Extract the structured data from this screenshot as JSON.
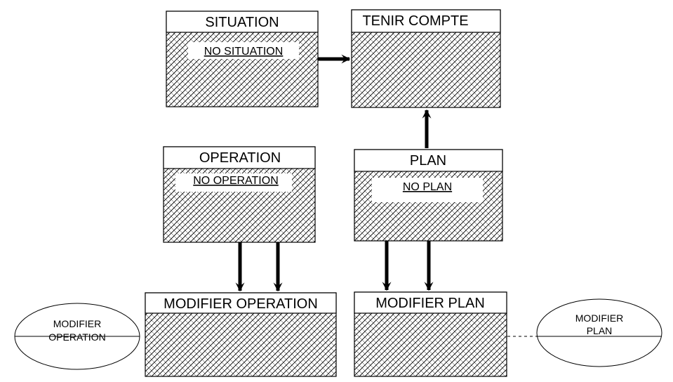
{
  "entities": {
    "situation": {
      "title": "SITUATION",
      "key": "NO SITUATION"
    },
    "tenir_compte": {
      "title": "TENIR COMPTE"
    },
    "operation": {
      "title": "OPERATION",
      "key": "NO OPERATION"
    },
    "plan": {
      "title": "PLAN",
      "key": "NO PLAN"
    },
    "modifier_operation": {
      "title": "MODIFIER OPERATION"
    },
    "modifier_plan": {
      "title": "MODIFIER PLAN"
    }
  },
  "ovals": {
    "modifier_operation": {
      "line1": "MODIFIER",
      "line2": "OPERATION"
    },
    "modifier_plan": {
      "line1": "MODIFIER",
      "line2": "PLAN"
    }
  }
}
